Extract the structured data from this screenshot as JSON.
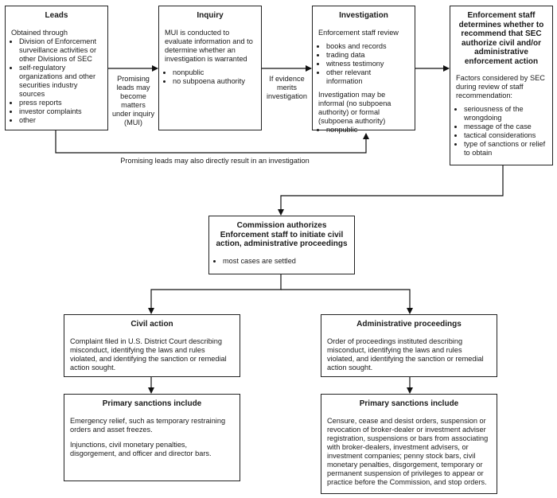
{
  "leads": {
    "title": "Leads",
    "intro": "Obtained through",
    "items": [
      "Division of Enforcement surveillance activities or other Divisions of SEC",
      "self-regulatory organizations and other securities industry sources",
      "press reports",
      "investor complaints",
      "other"
    ]
  },
  "inquiry": {
    "title": "Inquiry",
    "intro": "MUI is conducted to evaluate information and to determine whether an investigation is warranted",
    "items": [
      "nonpublic",
      "no subpoena authority"
    ]
  },
  "investigation": {
    "title": "Investigation",
    "intro": "Enforcement staff review",
    "items": [
      "books and records",
      "trading data",
      "witness testimony",
      "other relevant information"
    ],
    "note": "Investigation may be informal (no subpoena authority) or formal (subpoena authority)",
    "items2": [
      "nonpublic"
    ]
  },
  "recommend": {
    "title": "Enforcement staff determines whether to recommend that SEC authorize civil and/or administrative enforcement action",
    "intro": "Factors considered by SEC during review of staff recommendation:",
    "items": [
      "seriousness of the wrongdoing",
      "message of the case",
      "tactical considerations",
      "type of sanctions or relief to obtain"
    ]
  },
  "authorize": {
    "title": "Commission authorizes Enforcement staff to initiate civil action, administrative proceedings",
    "items": [
      "most cases are settled"
    ]
  },
  "civil": {
    "title": "Civil action",
    "text": "Complaint filed in U.S. District Court describing misconduct, identifying the laws and rules violated, and identifying the sanction or remedial action sought."
  },
  "admin": {
    "title": "Administrative proceedings",
    "text": "Order of proceedings instituted describing misconduct, identifying the laws and rules violated, and identifying the sanction or remedial action sought."
  },
  "civil_sanctions": {
    "title": "Primary sanctions include",
    "p1": "Emergency relief, such as temporary restraining orders and asset freezes.",
    "p2": "Injunctions, civil monetary penalties, disgorgement, and officer and director bars."
  },
  "admin_sanctions": {
    "title": "Primary sanctions include",
    "p1": "Censure, cease and desist orders, suspension or revocation of broker-dealer or investment adviser registration, suspensions or bars from associating with broker-dealers, investment advisers, or investment companies; penny stock bars, civil monetary penalties, disgorgement, temporary or permanent suspension of privileges to appear or practice before the Commission, and stop orders."
  },
  "labels": {
    "promising_leads": "Promising leads may become matters under inquiry (MUI)",
    "if_evidence": "If evidence merits investigation",
    "direct": "Promising leads may also directly result in an investigation"
  }
}
